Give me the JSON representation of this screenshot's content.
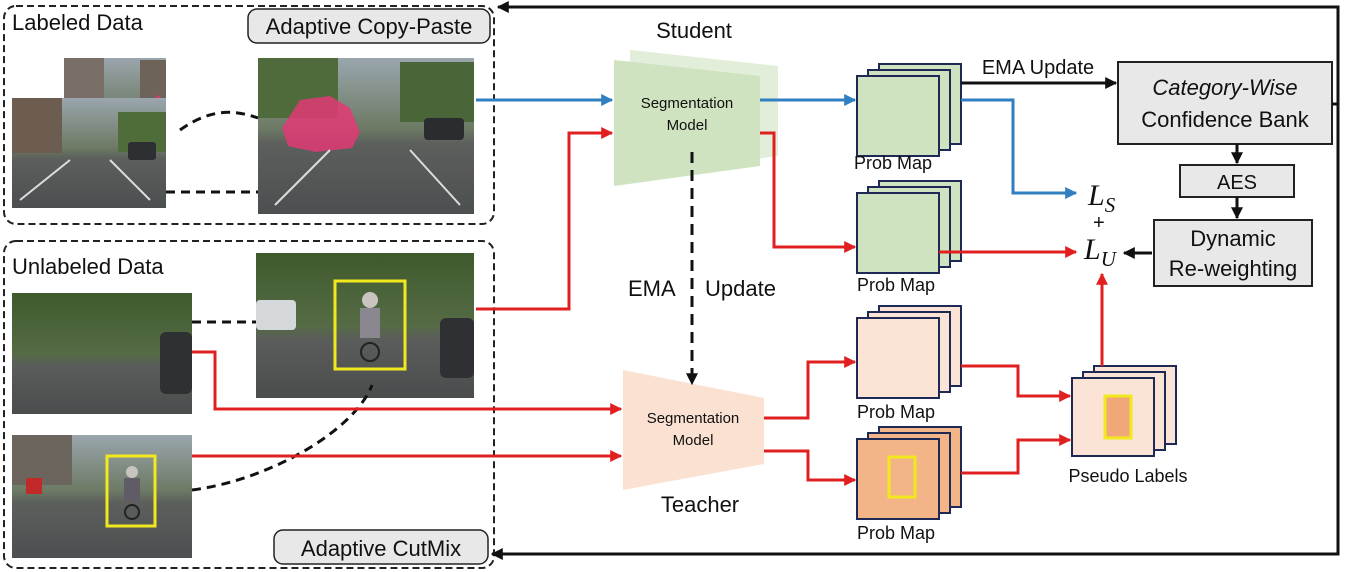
{
  "regions": {
    "labeled": {
      "title": "Labeled Data",
      "badge": "Adaptive Copy-Paste"
    },
    "unlabeled": {
      "title": "Unlabeled Data",
      "badge": "Adaptive CutMix"
    }
  },
  "student": {
    "title": "Student",
    "model_line1": "Segmentation",
    "model_line2": "Model",
    "color": "#cfe3c0"
  },
  "teacher": {
    "title": "Teacher",
    "model_line1": "Segmentation",
    "model_line2": "Model",
    "color": "#fbe1d2"
  },
  "ema": {
    "vertical_left": "EMA",
    "vertical_right": "Update",
    "horizontal": "EMA Update"
  },
  "prob_maps": {
    "label": "Prob Map",
    "student_color": "#cfe3c0",
    "teacher_color": "#fbe4d6",
    "teacher_dark_color": "#f3b487"
  },
  "pseudo": {
    "label": "Pseudo Labels",
    "color": "#fbe4d6",
    "inner_color": "#f0a878"
  },
  "bank": {
    "line1": "Category-Wise",
    "line2": "Confidence Bank"
  },
  "aes": {
    "label": "AES"
  },
  "reweight": {
    "line1": "Dynamic",
    "line2": "Re-weighting"
  },
  "losses": {
    "ls": "L",
    "ls_sub": "S",
    "plus": "+",
    "lu": "L",
    "lu_sub": "U"
  },
  "colors": {
    "blue": "#2f7fc1",
    "red": "#e02020",
    "black": "#111111",
    "yellow": "#f2e81e",
    "box_gray": "#e8e8e8"
  }
}
